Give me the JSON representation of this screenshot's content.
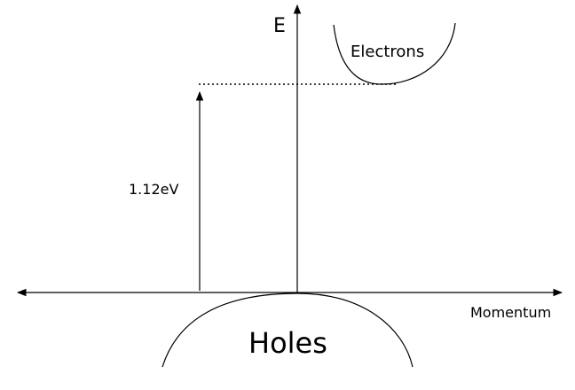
{
  "axes": {
    "y_label": "E",
    "x_label": "Momentum"
  },
  "bands": {
    "conduction_label": "Electrons",
    "valence_label": "Holes"
  },
  "gap": {
    "label": "1.12eV"
  }
}
